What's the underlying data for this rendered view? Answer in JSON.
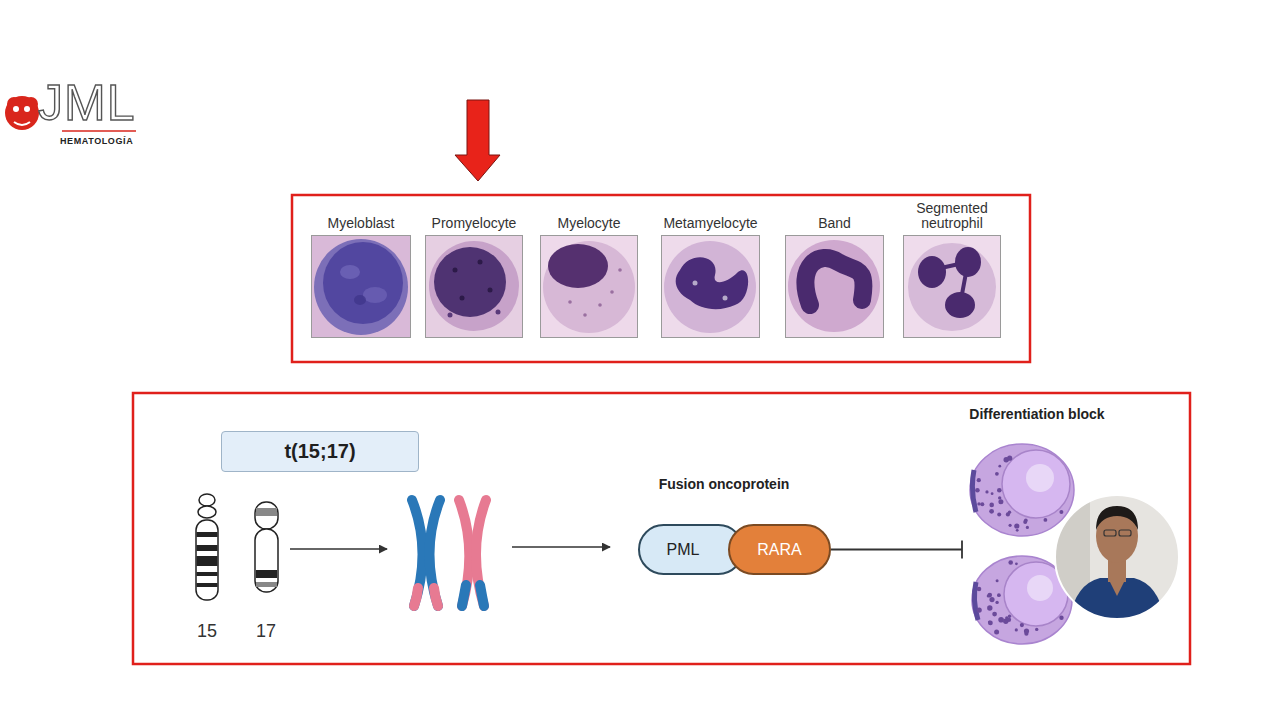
{
  "diagram": {
    "nodes": [
      {
        "text": [
          "Myeloblast"
        ]
      },
      {
        "text": [
          "Promyelocyte"
        ]
      },
      {
        "text": [
          "Myelocyte"
        ]
      },
      {
        "text": [
          "Metamyelocyte"
        ]
      },
      {
        "text": [
          "Band"
        ]
      },
      {
        "text": [
          "Segmented neutrophil"
        ]
      },
      {
        "text": [
          "t(15;17)"
        ]
      },
      {
        "text": [
          "PML"
        ]
      },
      {
        "text": [
          "RARA"
        ]
      },
      {
        "text": [
          "Differentiation block"
        ]
      }
    ],
    "edges": [
      {
        "from": 8,
        "to": 9,
        "arrow": "none"
      }
    ],
    "labels": [
      "JML",
      "HEMATOLOGÍA",
      "15",
      "17",
      "Fusion oncoprotein"
    ]
  }
}
